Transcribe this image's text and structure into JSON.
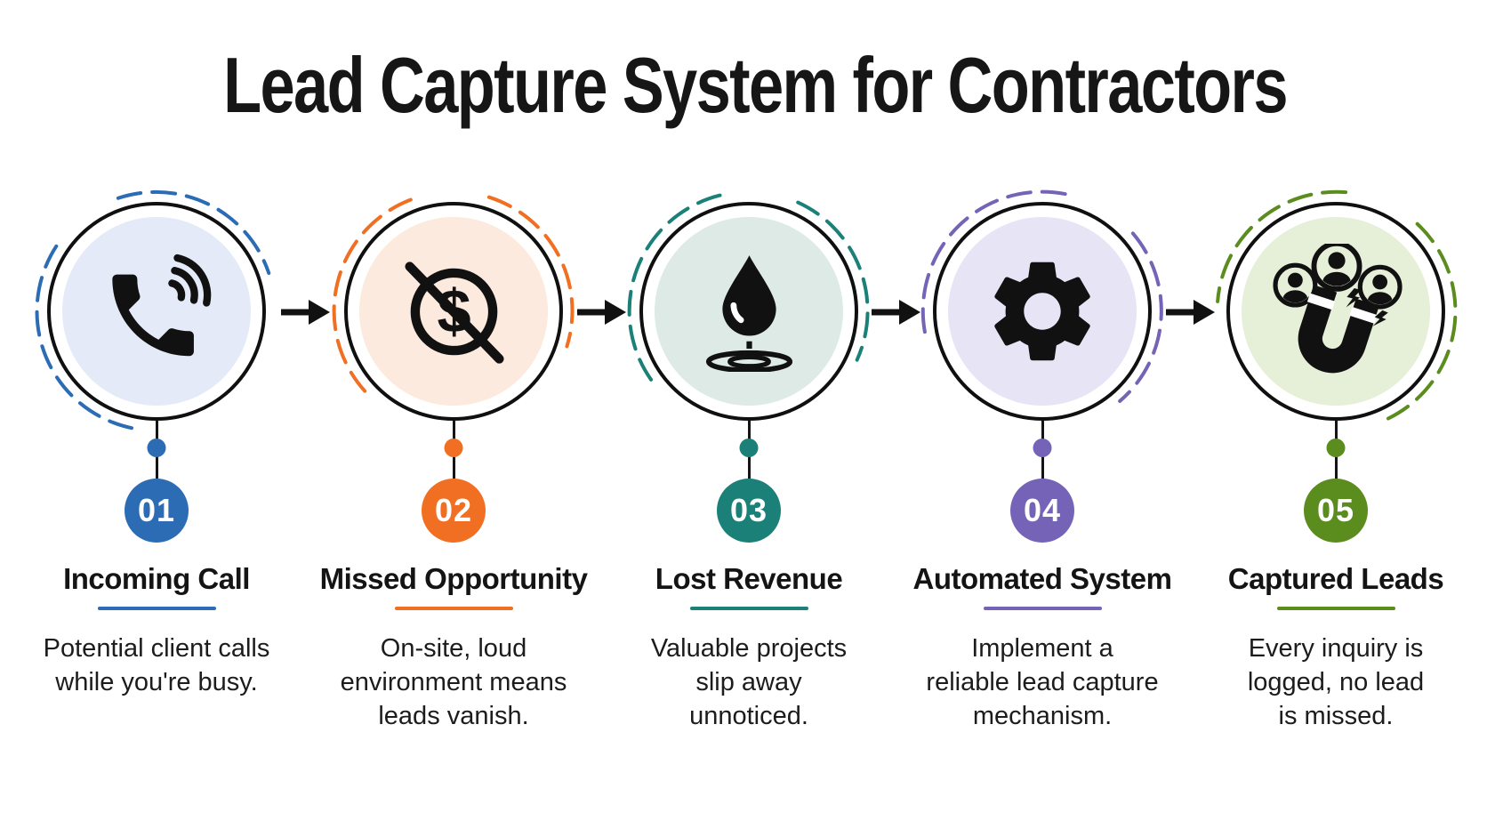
{
  "title": "Lead Capture System for Contractors",
  "arrow_color": "#111111",
  "steps": [
    {
      "number": "01",
      "label": "Incoming Call",
      "description": "Potential client calls\nwhile you're busy.",
      "icon": "phone-call-icon",
      "accent": "#2B6CB4",
      "fill": "#E4EAF7"
    },
    {
      "number": "02",
      "label": "Missed Opportunity",
      "description": "On-site, loud\nenvironment means\nleads vanish.",
      "icon": "no-money-icon",
      "accent": "#F16F22",
      "fill": "#FBEADD"
    },
    {
      "number": "03",
      "label": "Lost Revenue",
      "description": "Valuable projects\nslip away\nunnoticed.",
      "icon": "water-drop-icon",
      "accent": "#1A8078",
      "fill": "#DEEAE6"
    },
    {
      "number": "04",
      "label": "Automated System",
      "description": "Implement a\nreliable lead capture\nmechanism.",
      "icon": "gear-icon",
      "accent": "#7463B6",
      "fill": "#E7E4F6"
    },
    {
      "number": "05",
      "label": "Captured Leads",
      "description": "Every inquiry is\nlogged, no lead\nis missed.",
      "icon": "lead-magnet-icon",
      "accent": "#5B8C1E",
      "fill": "#E6EFD8"
    }
  ]
}
